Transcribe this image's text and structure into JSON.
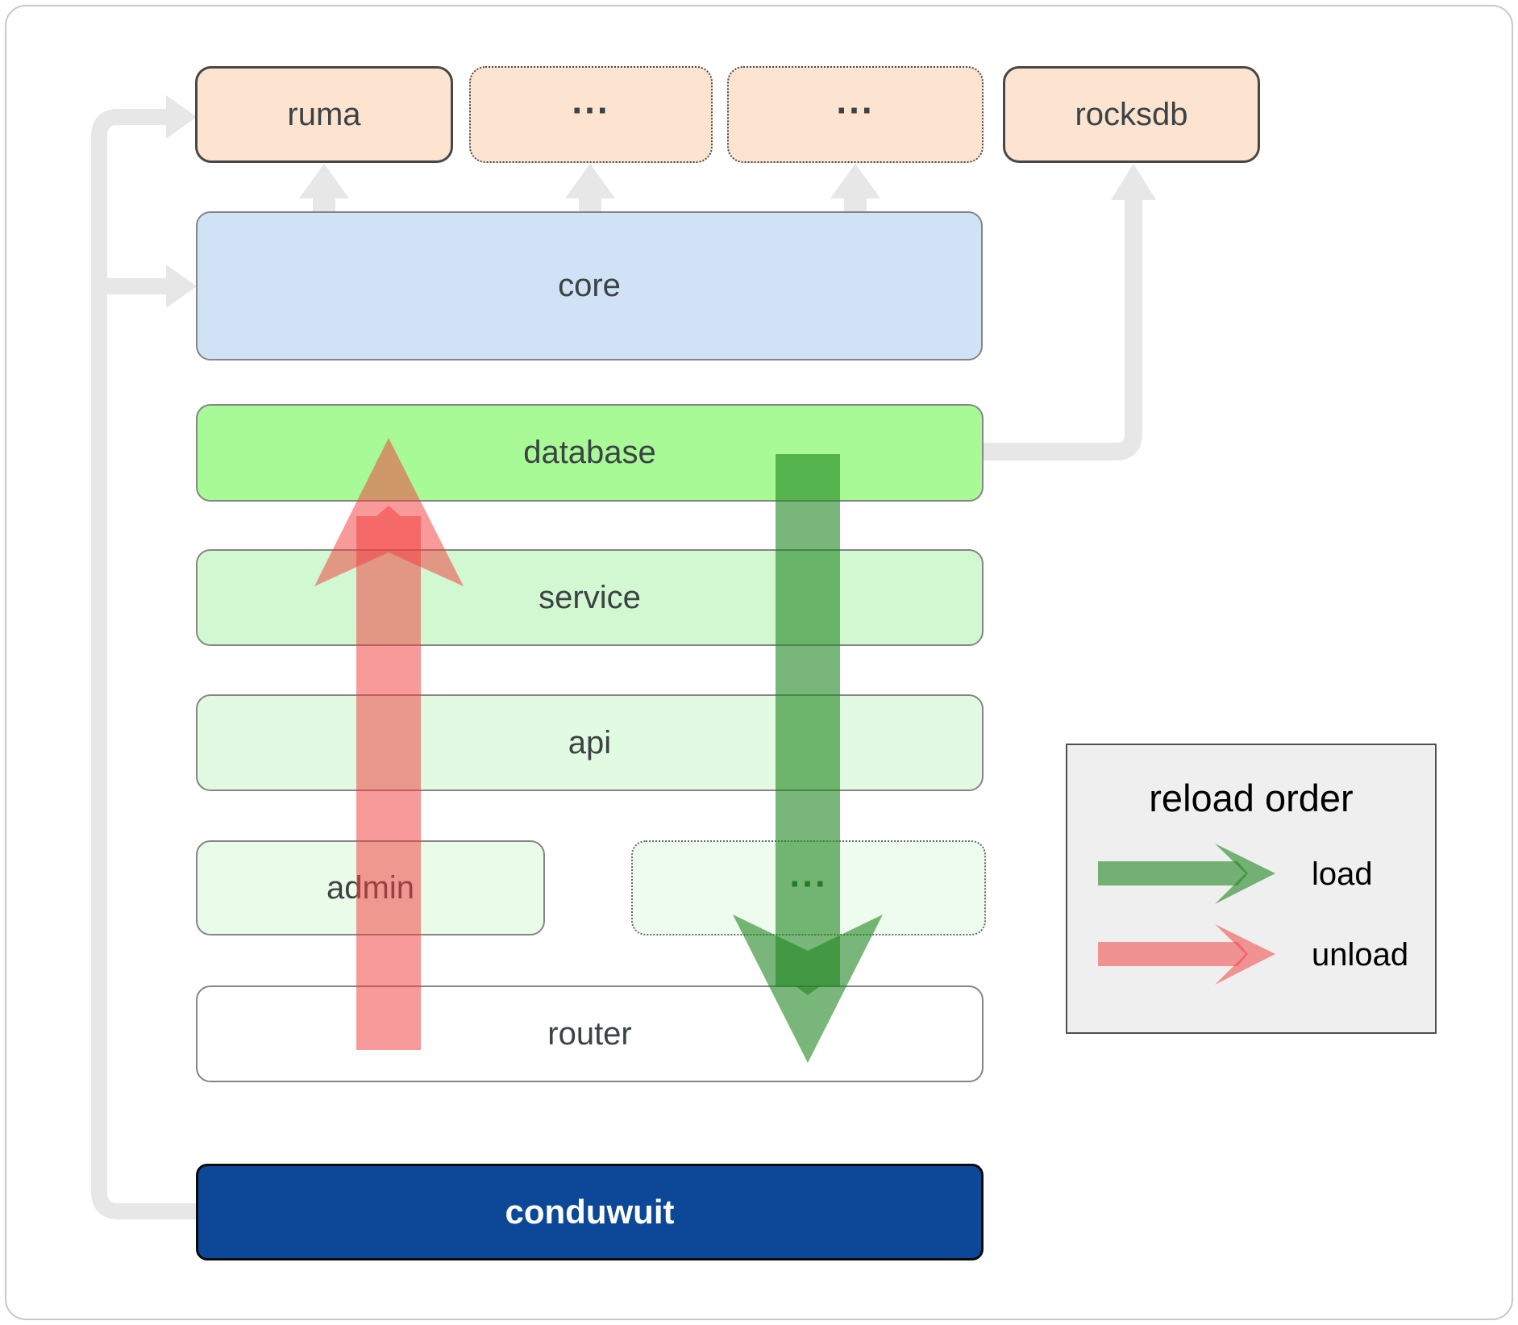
{
  "colors": {
    "canvas-bg": "#ffffff",
    "frame-border": "#c8c8c8",
    "peach": "#fce4d0",
    "peach-border": "#474747",
    "core-fill": "#d0e3f6",
    "database-fill": "#a8fa96",
    "service-fill": "#d2f8d2",
    "api-fill": "#e1fae1",
    "admin-fill": "#eafbea",
    "admin-dots-fill": "#edfcee",
    "router-fill": "#ffffff",
    "row-border": "#858585",
    "conduwuit-fill": "#0c4798",
    "conduwuit-border": "#0a0a0a",
    "conduwuit-text": "#ffffff",
    "label-text": "#3d4245",
    "dots-green": "#2b6b2b",
    "connector": "#e7e7e7",
    "load": "#1f861f",
    "unload": "#f23e3e",
    "legend-bg": "#efefef",
    "legend-border": "#4f4f4f",
    "legend-text": "#000000"
  },
  "nodes": {
    "ruma": {
      "label": "ruma"
    },
    "deps_more_1": {
      "label": "..."
    },
    "deps_more_2": {
      "label": "..."
    },
    "rocksdb": {
      "label": "rocksdb"
    },
    "core": {
      "label": "core"
    },
    "database": {
      "label": "database"
    },
    "service": {
      "label": "service"
    },
    "api": {
      "label": "api"
    },
    "admin": {
      "label": "admin"
    },
    "services_more": {
      "label": "..."
    },
    "router": {
      "label": "router"
    },
    "conduwuit": {
      "label": "conduwuit"
    }
  },
  "legend": {
    "title": "reload order",
    "items": [
      {
        "id": "load",
        "label": "load"
      },
      {
        "id": "unload",
        "label": "unload"
      }
    ]
  }
}
